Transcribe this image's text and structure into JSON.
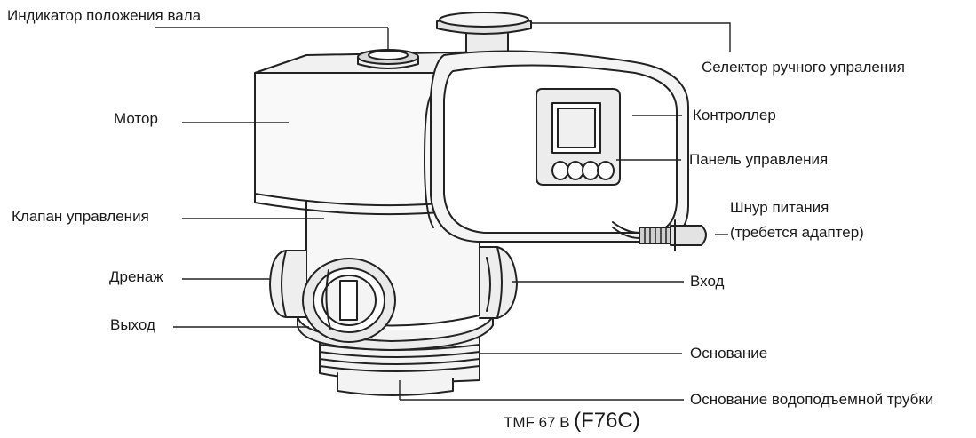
{
  "labels": {
    "shaft_indicator": "Индикатор положения вала",
    "manual_selector": "Селектор ручного упраления",
    "motor": "Мотор",
    "controller": "Контроллер",
    "control_panel": "Панель управления",
    "control_valve": "Клапан управления",
    "power_cord_line1": "Шнур питания",
    "power_cord_line2": "(требется адаптер)",
    "drain": "Дренаж",
    "inlet": "Вход",
    "outlet": "Выход",
    "base": "Основание",
    "riser_base": "Основание водоподъемной трубки"
  },
  "caption": {
    "model": "TMF 67 B",
    "code": "(F76C)"
  },
  "colors": {
    "ink": "#1a1a1a",
    "line": "#222222",
    "fill_light": "#f6f6f6",
    "fill_mid": "#e6e6e6",
    "fill_dark": "#bdbdbd"
  }
}
